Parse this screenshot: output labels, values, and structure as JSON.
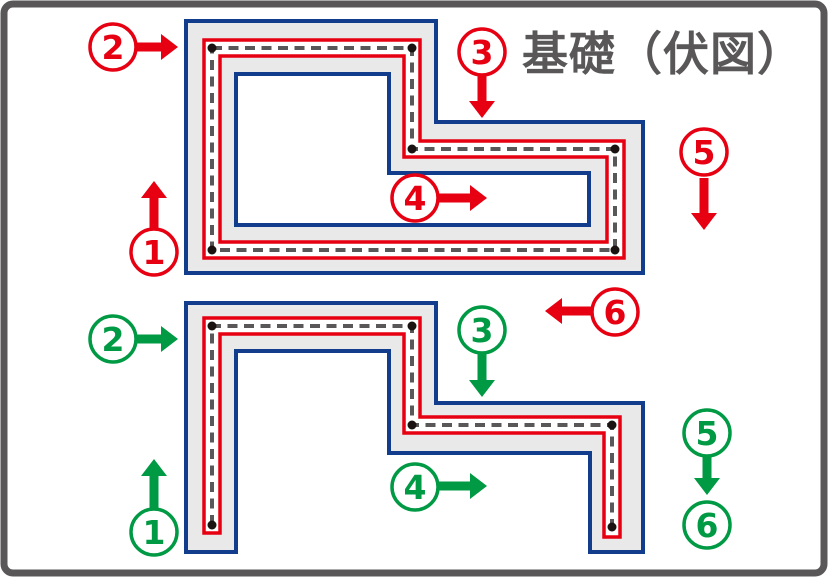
{
  "title": "基礎（伏図）",
  "colors": {
    "red": "#e60012",
    "green": "#009944",
    "blue": "#123c8c",
    "band_fill": "#e9e9e9",
    "inner_fill": "#ffffff",
    "dash_gray": "#595757",
    "dot_black": "#1a1311",
    "frame_gray": "#595757",
    "title_gray": "#595757",
    "background": "#ffffff"
  },
  "top_diagram": {
    "marker_color": "red",
    "loop": "closed",
    "steps": [
      {
        "label": "1",
        "direction": "up"
      },
      {
        "label": "2",
        "direction": "right"
      },
      {
        "label": "3",
        "direction": "down"
      },
      {
        "label": "4",
        "direction": "right"
      },
      {
        "label": "5",
        "direction": "down"
      },
      {
        "label": "6",
        "direction": "left"
      }
    ]
  },
  "bottom_diagram": {
    "marker_color": "green",
    "loop": "open",
    "steps": [
      {
        "label": "1",
        "direction": "up"
      },
      {
        "label": "2",
        "direction": "right"
      },
      {
        "label": "3",
        "direction": "down"
      },
      {
        "label": "4",
        "direction": "right"
      },
      {
        "label": "5",
        "direction": "down"
      },
      {
        "label": "6",
        "direction": "none"
      }
    ]
  }
}
